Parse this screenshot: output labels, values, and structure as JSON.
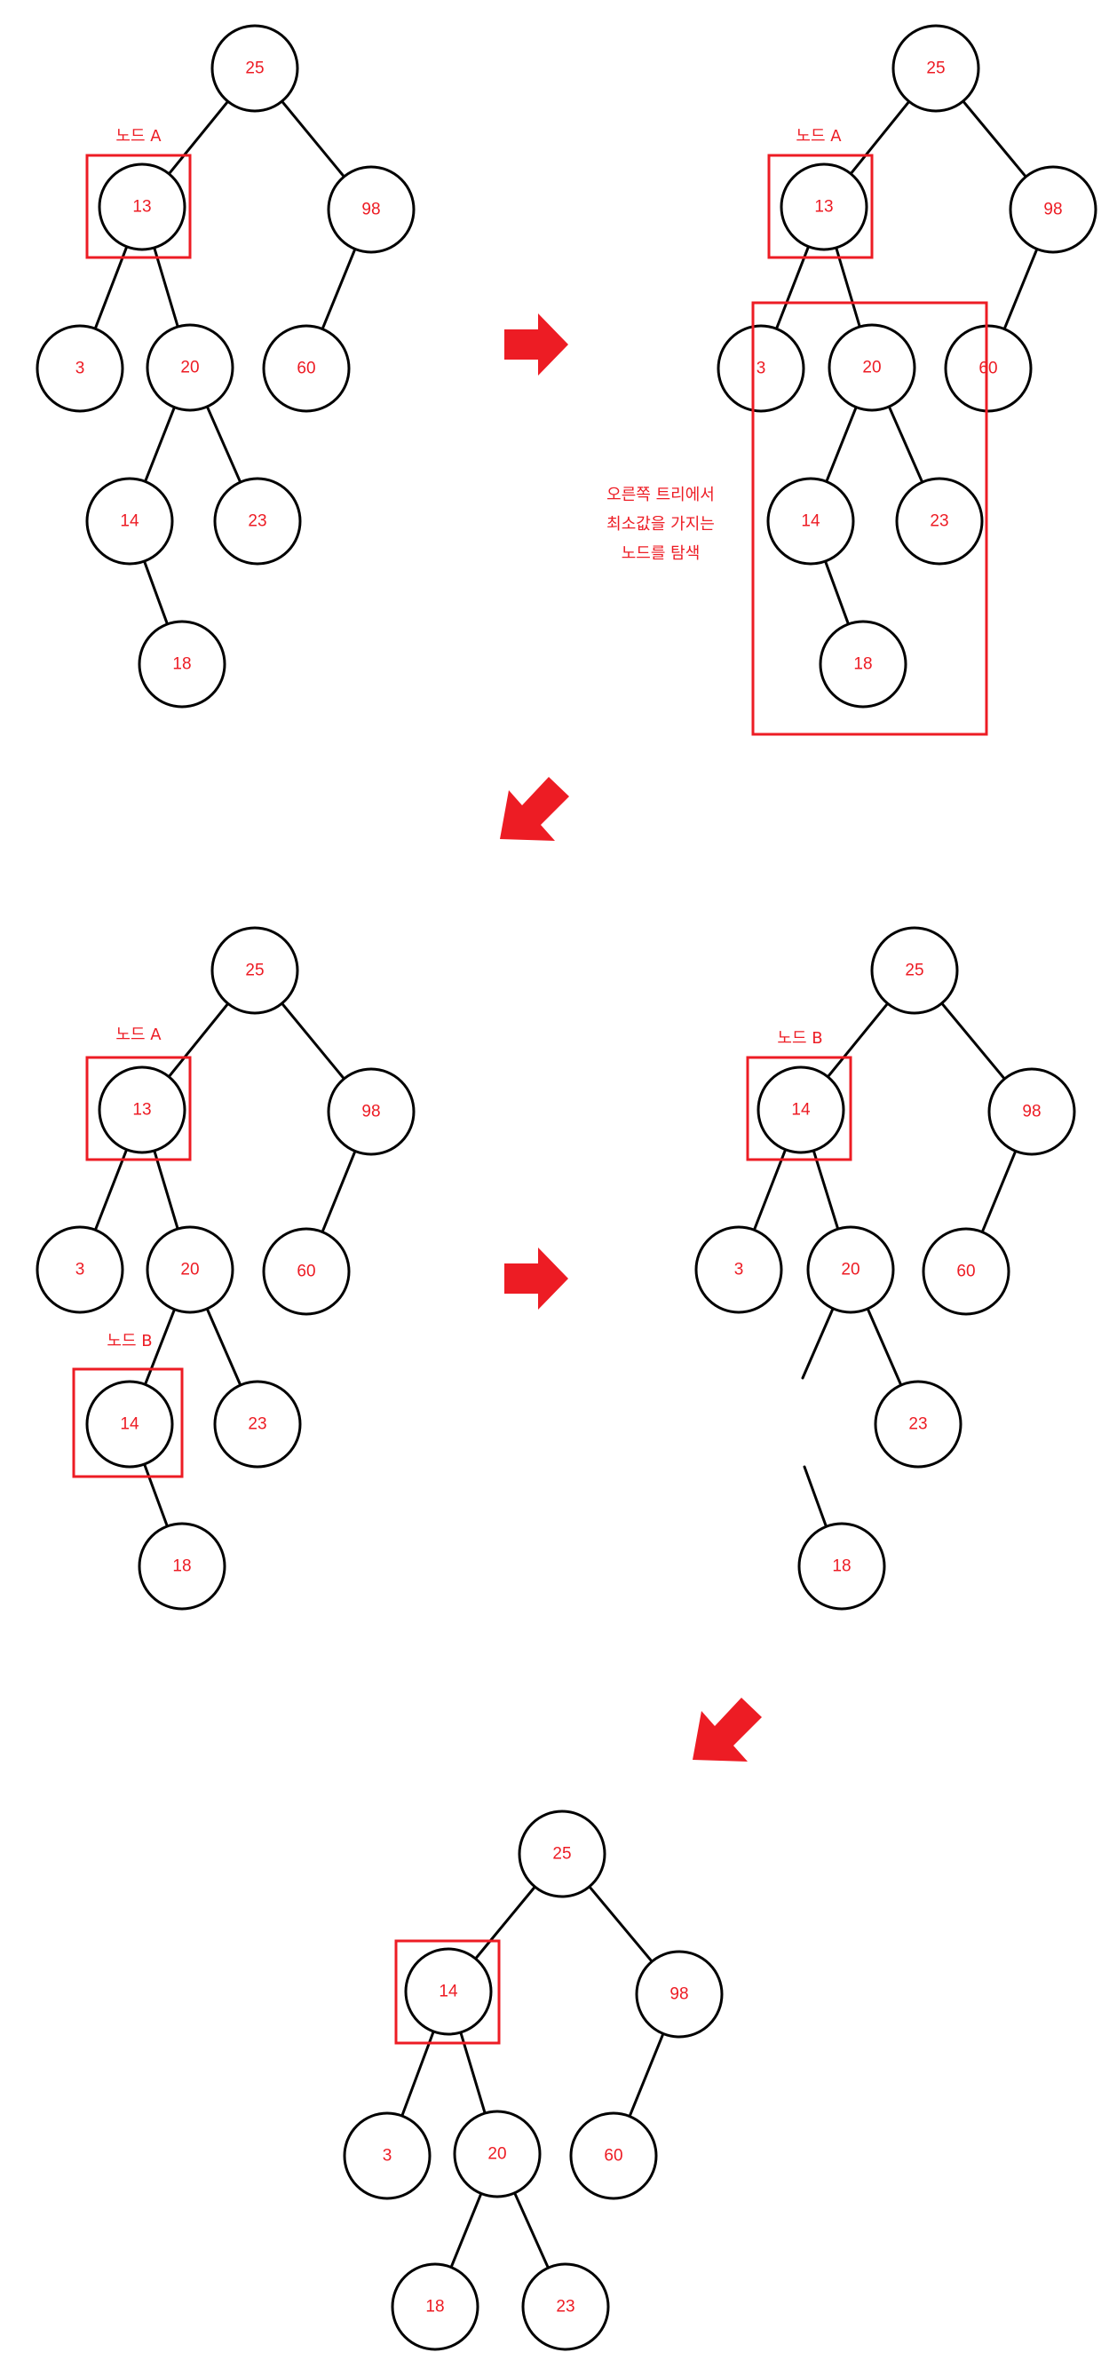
{
  "colors": {
    "accent": "#ed1c24",
    "stroke": "#000000",
    "fill": "#ffffff"
  },
  "labels": {
    "node_a": "노드 A",
    "node_b": "노드 B",
    "search_note_line1": "오른쪽 트리에서",
    "search_note_line2": "최소값을 가지는",
    "search_note_line3": "노드를 탐색"
  },
  "diagrams": [
    {
      "step": 1,
      "nodes": [
        "25",
        "13",
        "98",
        "3",
        "20",
        "60",
        "14",
        "23",
        "18"
      ],
      "edges": [
        [
          "25",
          "13"
        ],
        [
          "25",
          "98"
        ],
        [
          "13",
          "3"
        ],
        [
          "13",
          "20"
        ],
        [
          "98",
          "60"
        ],
        [
          "20",
          "14"
        ],
        [
          "20",
          "23"
        ],
        [
          "14",
          "18"
        ]
      ],
      "highlighted": [
        "13"
      ]
    },
    {
      "step": 2,
      "nodes": [
        "25",
        "13",
        "98",
        "3",
        "20",
        "60",
        "14",
        "23",
        "18"
      ],
      "edges": [
        [
          "25",
          "13"
        ],
        [
          "25",
          "98"
        ],
        [
          "13",
          "3"
        ],
        [
          "13",
          "20"
        ],
        [
          "98",
          "60"
        ],
        [
          "20",
          "14"
        ],
        [
          "20",
          "23"
        ],
        [
          "14",
          "18"
        ]
      ],
      "highlighted": [
        "13"
      ],
      "highlighted_subtree_root": "20"
    },
    {
      "step": 3,
      "nodes": [
        "25",
        "13",
        "98",
        "3",
        "20",
        "60",
        "14",
        "23",
        "18"
      ],
      "edges": [
        [
          "25",
          "13"
        ],
        [
          "25",
          "98"
        ],
        [
          "13",
          "3"
        ],
        [
          "13",
          "20"
        ],
        [
          "98",
          "60"
        ],
        [
          "20",
          "14"
        ],
        [
          "20",
          "23"
        ],
        [
          "14",
          "18"
        ]
      ],
      "highlighted": [
        "13",
        "14"
      ]
    },
    {
      "step": 4,
      "nodes": [
        "25",
        "14",
        "98",
        "3",
        "20",
        "60",
        "23",
        "18"
      ],
      "edges": [
        [
          "25",
          "14"
        ],
        [
          "25",
          "98"
        ],
        [
          "14",
          "3"
        ],
        [
          "14",
          "20"
        ],
        [
          "98",
          "60"
        ],
        [
          "20",
          "23"
        ]
      ],
      "highlighted": [
        "14"
      ]
    },
    {
      "step": 5,
      "nodes": [
        "25",
        "14",
        "98",
        "3",
        "20",
        "60",
        "18",
        "23"
      ],
      "edges": [
        [
          "25",
          "14"
        ],
        [
          "25",
          "98"
        ],
        [
          "14",
          "3"
        ],
        [
          "14",
          "20"
        ],
        [
          "98",
          "60"
        ],
        [
          "20",
          "18"
        ],
        [
          "20",
          "23"
        ]
      ],
      "highlighted": [
        "14"
      ]
    }
  ]
}
